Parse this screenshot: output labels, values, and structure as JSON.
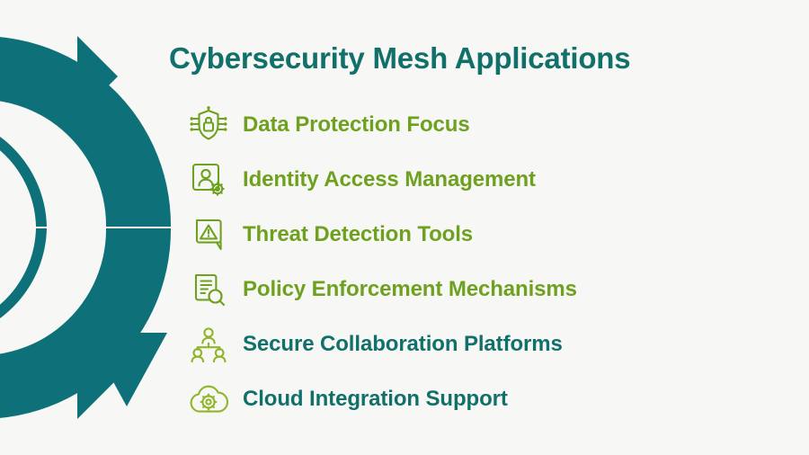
{
  "slide": {
    "background_color": "#f7f8f5",
    "title": "Cybersecurity Mesh Applications",
    "title_color": "#11706a"
  },
  "decoration": {
    "name": "teal-segmented-arc-graphic",
    "shape": "segmented circle arc with triangular wedges",
    "color": "#0e7078"
  },
  "palette": {
    "teal": "#0e7078",
    "title_teal": "#11706a",
    "label_green": "#6ea11f",
    "icon_green": "#6ea11f",
    "icon_light_green": "#8fb52a"
  },
  "list": {
    "items": [
      {
        "label": "Data Protection Focus",
        "icon": "shield-lock-circuit-icon",
        "label_color": "#6ea11f",
        "icon_color": "#6ea11f"
      },
      {
        "label": "Identity Access Management",
        "icon": "user-card-gear-icon",
        "label_color": "#6ea11f",
        "icon_color": "#6ea11f"
      },
      {
        "label": "Threat Detection Tools",
        "icon": "warning-triangle-bubble-icon",
        "label_color": "#6ea11f",
        "icon_color": "#6ea11f"
      },
      {
        "label": "Policy Enforcement Mechanisms",
        "icon": "document-magnifier-icon",
        "label_color": "#6ea11f",
        "icon_color": "#6ea11f"
      },
      {
        "label": "Secure Collaboration Platforms",
        "icon": "people-network-icon",
        "label_color": "#11706a",
        "icon_color": "#8fb52a"
      },
      {
        "label": "Cloud Integration Support",
        "icon": "cloud-gear-icon",
        "label_color": "#11706a",
        "icon_color": "#8fb52a"
      }
    ]
  }
}
